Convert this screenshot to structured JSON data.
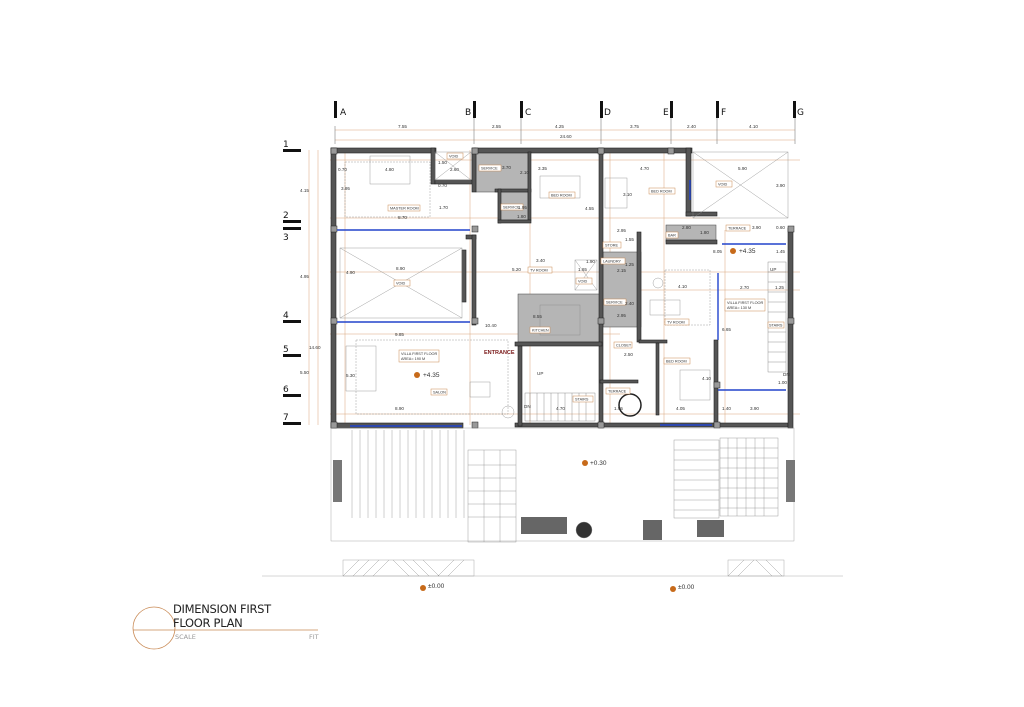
{
  "title": {
    "line1": "DIMENSION FIRST",
    "line2": "FLOOR PLAN",
    "scale_label": "SCALE",
    "scale_value": "FIT"
  },
  "grid_columns": [
    "A",
    "B",
    "C",
    "D",
    "E",
    "F",
    "G"
  ],
  "grid_rows": [
    "1",
    "2",
    "3",
    "4",
    "5",
    "6",
    "7"
  ],
  "top_dimensions": [
    "7.55",
    "2.55",
    "4.25",
    "3.75",
    "2.40",
    "4.10"
  ],
  "top_total": "24.60",
  "left_dimensions": [
    "4.15",
    "4.95",
    "5.50"
  ],
  "left_total": "14.60",
  "rooms": {
    "void1": "VOID",
    "service1": "SERVICE",
    "bed1": "BED ROOM",
    "master": "MASTER ROOM",
    "service2": "SERVICE",
    "bed2": "BED ROOM",
    "void2": "VOID",
    "store": "STORE",
    "bar": "BAR",
    "terrace1": "TERRACE",
    "tv1": "TV ROOM",
    "laundry": "LAUNDRY",
    "void3": "VOID",
    "void4": "VOID",
    "service3": "SERVICE",
    "kitchen": "KITCHEN",
    "tv2": "TV ROOM",
    "closet": "CLOSET",
    "bed3": "BED ROOM",
    "salon": "SALON",
    "terrace2": "TERRACE",
    "stairs1": "STAIRS",
    "stairs2": "STAIRS",
    "entrance": "ENTRANCE",
    "villa1_l1": "VILLA FIRST FLOOR",
    "villa1_l2": "AREA= 190 M",
    "villa2_l1": "VILLA FIRST FLOOR",
    "villa2_l2": "AREA= 130 M"
  },
  "levels": {
    "upper1": "+4.35",
    "upper2": "+4.35",
    "court": "+0.30",
    "street1": "±0.00",
    "street2": "±0.00"
  },
  "inner_dimensions": [
    "0.70",
    "1.50",
    "2.60",
    "4.80",
    "3.95",
    "0.70",
    "1.70",
    "8.70",
    "3.70",
    "2.10",
    "1.95",
    "1.80",
    "3.35",
    "4.55",
    "4.70",
    "3.10",
    "5.90",
    "3.90",
    "2.95",
    "1.55",
    "2.80",
    "1.80",
    "3.90",
    "0.60",
    "8.05",
    "1.45",
    "4.90",
    "8.90",
    "3.40",
    "5.20",
    "1.90",
    "1.65",
    "2.15",
    "1.25",
    "4.10",
    "2.70",
    "1.25",
    "8.55",
    "10.40",
    "9.85",
    "2.40",
    "2.95",
    "2.50",
    "6.65",
    "5.30",
    "4.10",
    "1.00",
    "8.90",
    "4.70",
    "1.95",
    "4.05",
    "1.40",
    "3.90",
    "UP",
    "DN",
    "UP",
    "DN"
  ]
}
